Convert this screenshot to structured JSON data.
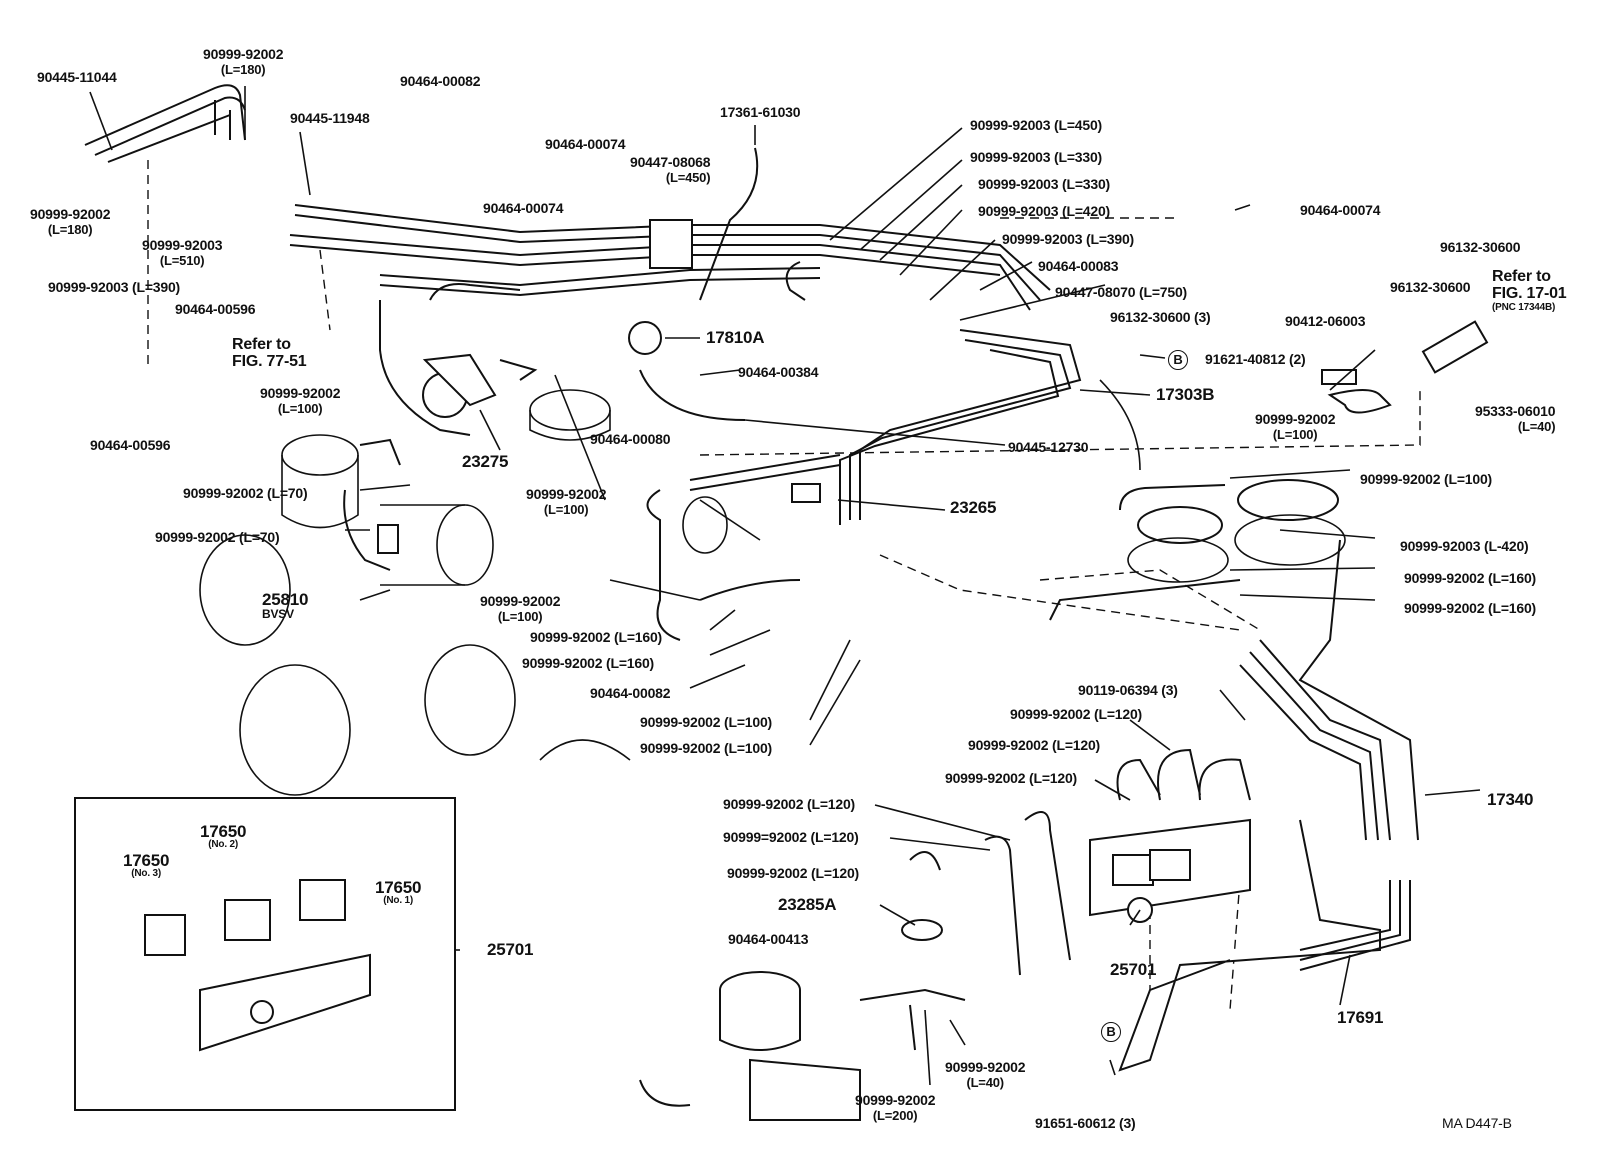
{
  "labels": {
    "p90445_11044": "90445-11044",
    "p90999_92002_top": "90999-92002",
    "l180_top": "(L=180)",
    "p90464_00082_top": "90464-00082",
    "p90445_11948": "90445-11948",
    "p17361_61030": "17361-61030",
    "p90464_00074_a": "90464-00074",
    "p90447_08068": "90447-08068",
    "l450_a": "(L=450)",
    "p90464_00074_b": "90464-00074",
    "p90999_92002_left": "90999-92002",
    "l180_left": "(L=180)",
    "p90999_92003_510": "90999-92003",
    "l510": "(L=510)",
    "p90999_92003_390_left": "90999-92003 (L=390)",
    "p90464_00596_a": "90464-00596",
    "refer_to_a": "Refer to",
    "fig_77_51": "FIG. 77-51",
    "p90999_92002_100_a": "90999-92002",
    "l100_a": "(L=100)",
    "p90464_00596_b": "90464-00596",
    "p17810A": "17810A",
    "p90464_00384": "90464-00384",
    "p90464_00080": "90464-00080",
    "p23275": "23275",
    "p90999_92002_100_b": "90999-92002",
    "l100_b": "(L=100)",
    "p90999_92003_450": "90999-92003 (L=450)",
    "p90999_92003_330_a": "90999-92003 (L=330)",
    "p90999_92003_330_b": "90999-92003 (L=330)",
    "p90999_92003_420": "90999-92003 (L=420)",
    "p90999_92003_390": "90999-92003 (L=390)",
    "p90464_00083": "90464-00083",
    "p90447_08070": "90447-08070 (L=750)",
    "p96132_30600_3": "96132-30600 (3)",
    "p90464_00074_c": "90464-00074",
    "p96132_30600_a": "96132-30600",
    "refer_to_b": "Refer to",
    "fig_17_01": "FIG. 17-01",
    "pnc_17344B": "(PNC 17344B)",
    "p96132_30600_b": "96132-30600",
    "p90412_06003": "90412-06003",
    "b_marker_a": "B",
    "p91621_40812": "91621-40812 (2)",
    "p17303B": "17303B",
    "p90999_92002_100_r": "90999-92002",
    "l100_r": "(L=100)",
    "p95333_06010": "95333-06010",
    "l40_r": "(L=40)",
    "p90445_12730": "90445-12730",
    "p90999_92002_70_a": "90999-92002 (L=70)",
    "p90999_92002_70_b": "90999-92002 (L=70)",
    "p25810": "25810",
    "bvsv": "BVSV",
    "p90999_92002_100_c": "90999-92002",
    "l100_c": "(L=100)",
    "p90999_92002_160_a": "90999-92002 (L=160)",
    "p90999_92002_160_b": "90999-92002 (L=160)",
    "p90464_00082_b": "90464-00082",
    "p90999_92002_100_d": "90999-92002 (L=100)",
    "p90999_92002_100_e": "90999-92002 (L=100)",
    "p23265": "23265",
    "p90999_92002_100_f": "90999-92002 (L=100)",
    "p90999_92003_420_b": "90999-92003 (L-420)",
    "p90999_92002_160_c": "90999-92002 (L=160)",
    "p90999_92002_160_d": "90999-92002 (L=160)",
    "p90119_06394": "90119-06394 (3)",
    "p90999_92002_120_a": "90999-92002 (L=120)",
    "p90999_92002_120_b": "90999-92002 (L=120)",
    "p90999_92002_120_c": "90999-92002 (L=120)",
    "p90999_92002_120_d": "90999-92002 (L=120)",
    "p90999_92002_120_e": "90999=92002 (L=120)",
    "p90999_92002_120_f": "90999-92002 (L=120)",
    "p23285A": "23285A",
    "p90464_00413": "90464-00413",
    "p90999_92002_40": "90999-92002",
    "l40_b": "(L=40)",
    "p90999_92002_200": "90999-92002",
    "l200": "(L=200)",
    "b_marker_b": "B",
    "p91651_60612": "91651-60612 (3)",
    "p17340": "17340",
    "p25701_a": "25701",
    "p17691": "17691",
    "p17650_no2": "17650",
    "no2": "(No. 2)",
    "p17650_no3": "17650",
    "no3": "(No. 3)",
    "p17650_no1": "17650",
    "no1": "(No. 1)",
    "p25701_b": "25701",
    "ref_code": "MA  D447-B"
  }
}
